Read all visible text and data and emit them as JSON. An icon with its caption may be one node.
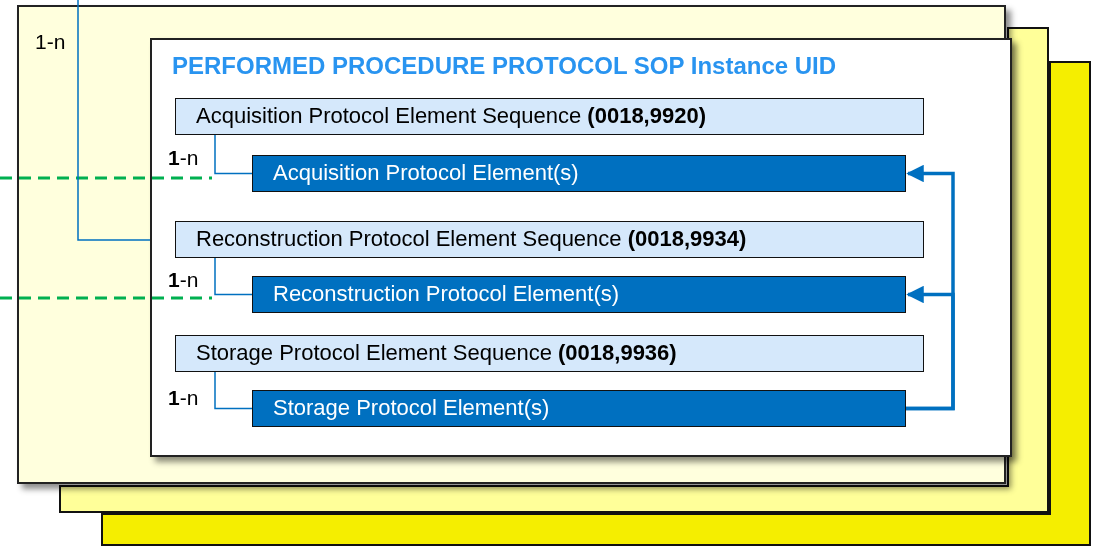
{
  "diagram": {
    "nodes": [
      {
        "text": [],
        "shape": "box"
      },
      {
        "text": [
          "PERFORMED PROCEDURE PROTOCOL SOP Instance UID"
        ],
        "in": 0
      },
      {
        "text": [
          "Acquisition Protocol Element Sequence **(0018,9920)**"
        ],
        "in": 1
      },
      {
        "text": [
          "Acquisition Protocol Element(s)"
        ],
        "in": 1
      },
      {
        "text": [
          "Reconstruction Protocol Element Sequence **(0018,9934)**"
        ],
        "in": 1
      },
      {
        "text": [
          "Reconstruction Protocol Element(s)"
        ],
        "in": 1
      },
      {
        "text": [
          "Storage Protocol Element Sequence **(0018,9936)**"
        ],
        "in": 1
      },
      {
        "text": [
          "Storage Protocol Element(s)"
        ],
        "in": 1
      }
    ],
    "edges": [
      {
        "from": null,
        "to": 1,
        "arrow": "none"
      },
      {
        "from": 2,
        "to": 3,
        "arrow": "none"
      },
      {
        "from": 4,
        "to": 5,
        "arrow": "none"
      },
      {
        "from": 6,
        "to": 7,
        "arrow": "none"
      },
      {
        "from": 7,
        "to": 3,
        "arrow": "to",
        "style": "thick"
      },
      {
        "from": 7,
        "to": 5,
        "arrow": "to",
        "style": "thick"
      }
    ],
    "labels": [
      "1-n",
      "**1**-n",
      "**1**-n",
      "**1**-n"
    ]
  }
}
